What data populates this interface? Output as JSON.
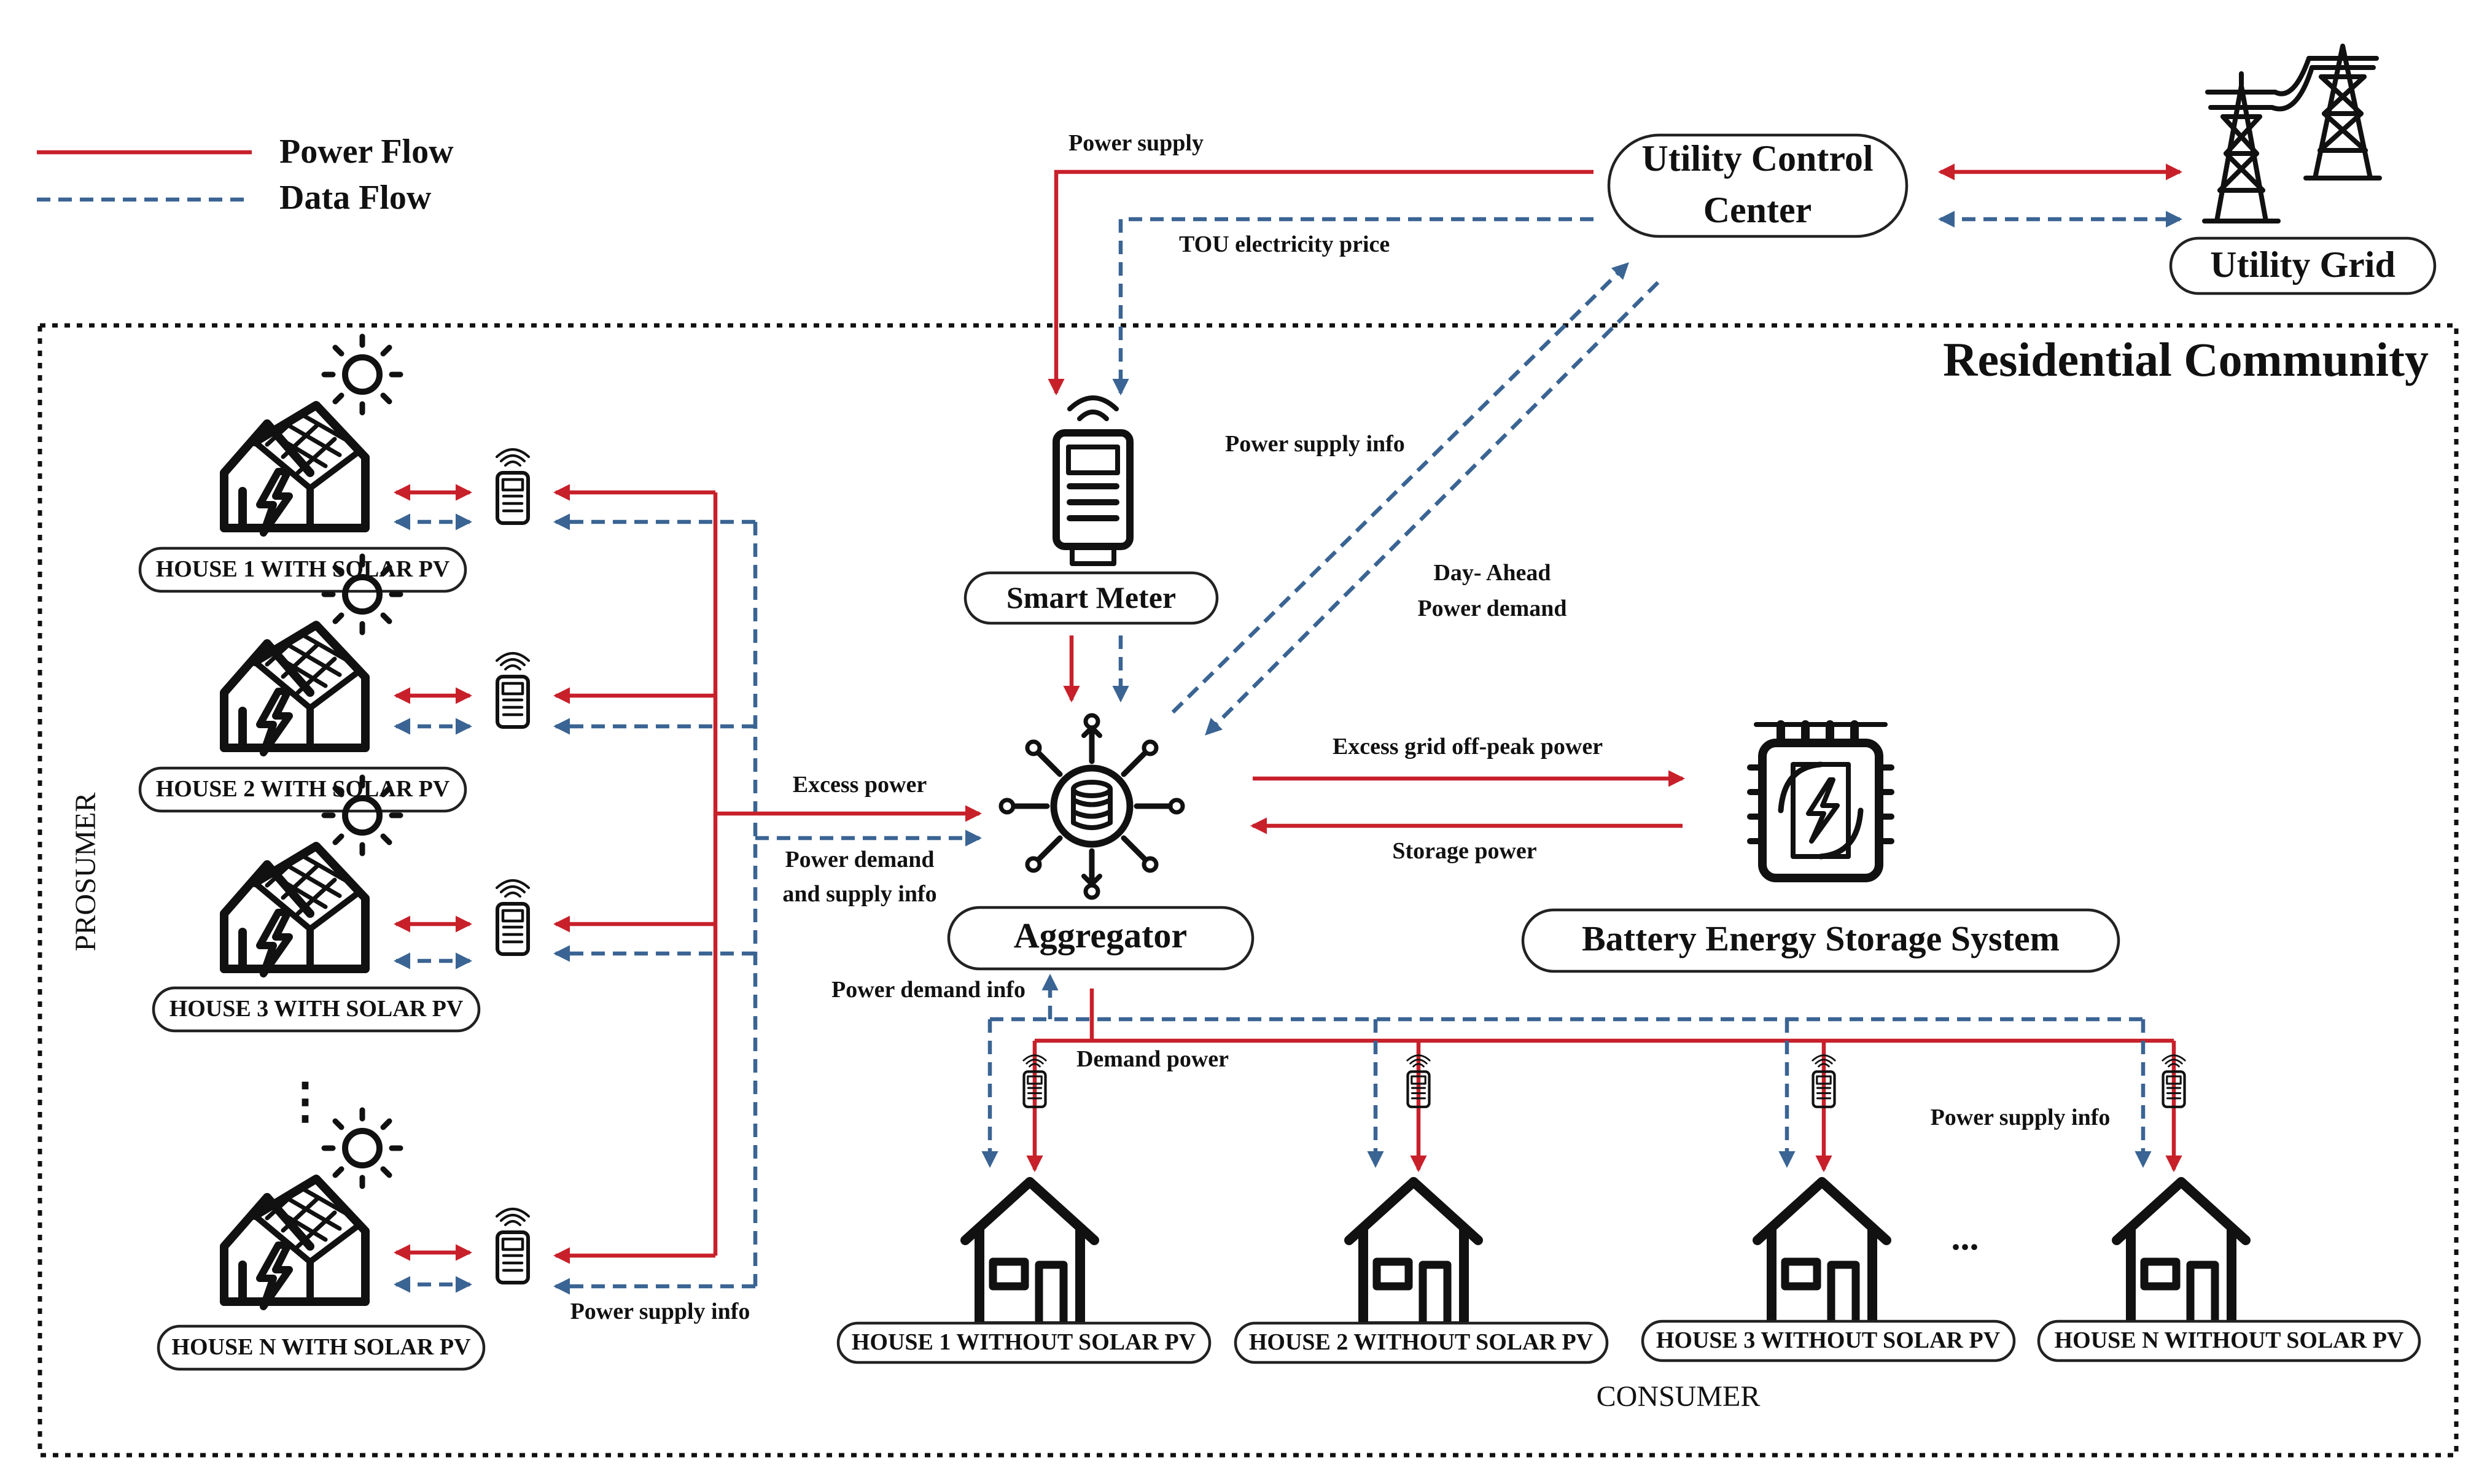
{
  "legend": {
    "power_flow": "Power Flow",
    "data_flow": "Data Flow"
  },
  "colors": {
    "power": "#c8202a",
    "data": "#3a6493",
    "ink": "#111111"
  },
  "nodes": {
    "utility_control_line1": "Utility Control",
    "utility_control_line2": "Center",
    "utility_grid": "Utility Grid",
    "smart_meter": "Smart Meter",
    "aggregator": "Aggregator",
    "bess": "Battery Energy Storage System"
  },
  "region": {
    "title": "Residential Community",
    "prosumer": "PROSUMER",
    "consumer": "CONSUMER"
  },
  "prosumers": [
    "HOUSE 1 WITH SOLAR PV",
    "HOUSE 2 WITH SOLAR PV",
    "HOUSE 3 WITH SOLAR PV",
    "HOUSE N WITH SOLAR PV"
  ],
  "consumers": [
    "HOUSE 1 WITHOUT SOLAR PV",
    "HOUSE 2 WITHOUT SOLAR PV",
    "HOUSE 3 WITHOUT SOLAR PV",
    "HOUSE N WITHOUT SOLAR PV"
  ],
  "edges": {
    "power_supply": "Power supply",
    "tou_price": "TOU electricity price",
    "power_supply_info_top": "Power supply info",
    "day_ahead_1": "Day- Ahead",
    "day_ahead_2": "Power demand",
    "excess_power": "Excess power",
    "power_demand_supply_1": "Power demand",
    "power_demand_supply_2": "and supply info",
    "excess_grid": "Excess grid off-peak power",
    "storage_power": "Storage power",
    "power_demand_info": "Power demand info",
    "demand_power": "Demand power",
    "power_supply_info_right": "Power supply info",
    "power_supply_info_left": "Power supply info"
  },
  "ellipsis": "...",
  "vertical_ellipsis": "⋮",
  "icons": [
    "solar-house-icon",
    "smart-meter-icon",
    "transmission-tower-icon",
    "sun-icon",
    "database-hub-icon",
    "battery-chip-icon",
    "house-icon"
  ]
}
